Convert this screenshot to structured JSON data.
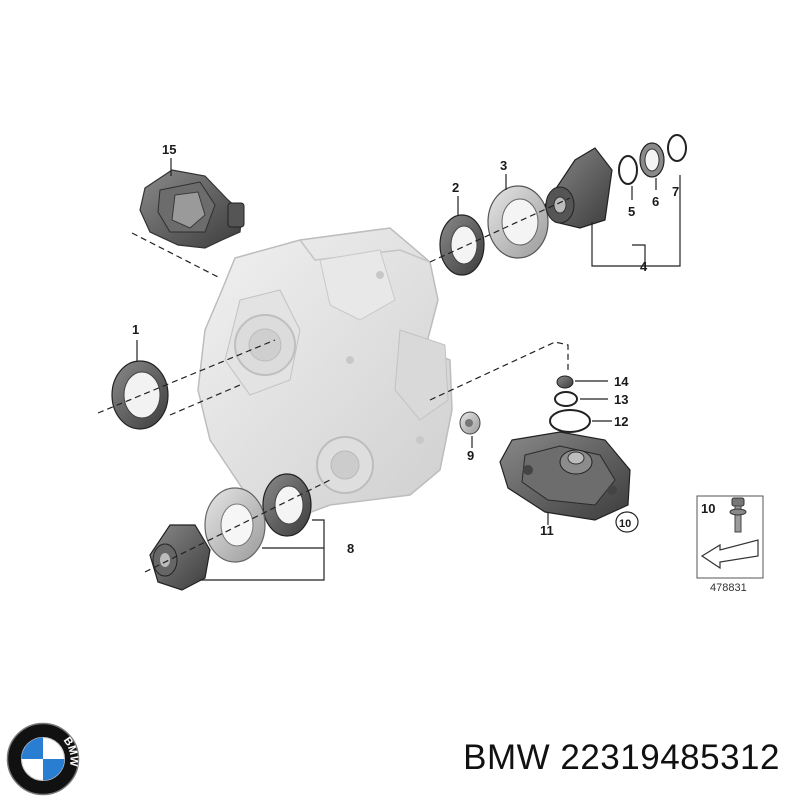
{
  "callouts": {
    "c1": "1",
    "c2": "2",
    "c3": "3",
    "c4": "4",
    "c5": "5",
    "c6": "6",
    "c7": "7",
    "c8": "8",
    "c9": "9",
    "c10": "10",
    "c10_circled": "10",
    "c11": "11",
    "c12": "12",
    "c13": "13",
    "c14": "14",
    "c15": "15"
  },
  "reference_code": "478831",
  "caption": "BMW 22319485312",
  "logo": {
    "icon": "bmw-roundel-icon",
    "letters": "BMW",
    "colors": {
      "blue": "#2a7ed1",
      "white": "#ffffff",
      "ring": "#111111"
    }
  }
}
